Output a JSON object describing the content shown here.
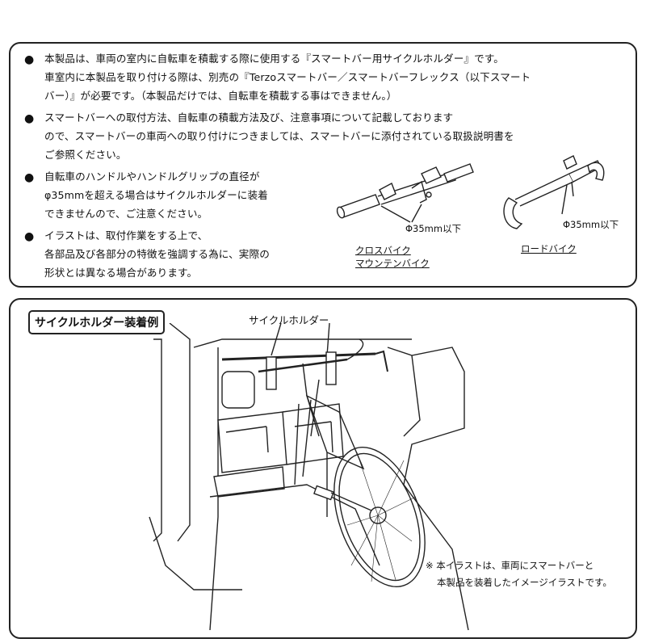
{
  "notes": {
    "b1": [
      "本製品は、車両の室内に自転車を積載する際に使用する『スマートバー用サイクルホルダー』です。",
      "車室内に本製品を取り付ける際は、別売の『Terzoスマートバー／スマートバーフレックス（以下スマート",
      "バー）』が必要です。（本製品だけでは、自転車を積載する事はできません。）"
    ],
    "b2": [
      "スマートバーへの取付方法、自転車の積載方法及び、注意事項について記載しております",
      "ので、スマートバーの車両への取り付けにつきましては、スマートバーに添付されている取扱説明書を",
      "ご参照ください。"
    ],
    "b3": [
      "自転車のハンドルやハンドルグリップの直径が",
      "φ35mmを超える場合はサイクルホルダーに装着",
      "できませんので、ご注意ください。"
    ],
    "b4": [
      "イラストは、取付作業をする上で、",
      "各部品及び各部分の特徴を強調する為に、実際の",
      "形状とは異なる場合があります。"
    ],
    "bullet_symbol": "●"
  },
  "handlebar_figs": {
    "diameter_label_1": "Φ35mm以下",
    "diameter_label_2": "Φ35mm以下",
    "cross_bike_line1": "クロスバイク",
    "cross_bike_line2": "マウンテンバイク",
    "road_bike": "ロードバイク"
  },
  "example": {
    "title": "サイクルホルダー装着例",
    "holder_label": "サイクルホルダー",
    "note_line1": "※ 本イラストは、車両にスマートバーと",
    "note_line2": "本製品を装着したイメージイラストです。"
  }
}
